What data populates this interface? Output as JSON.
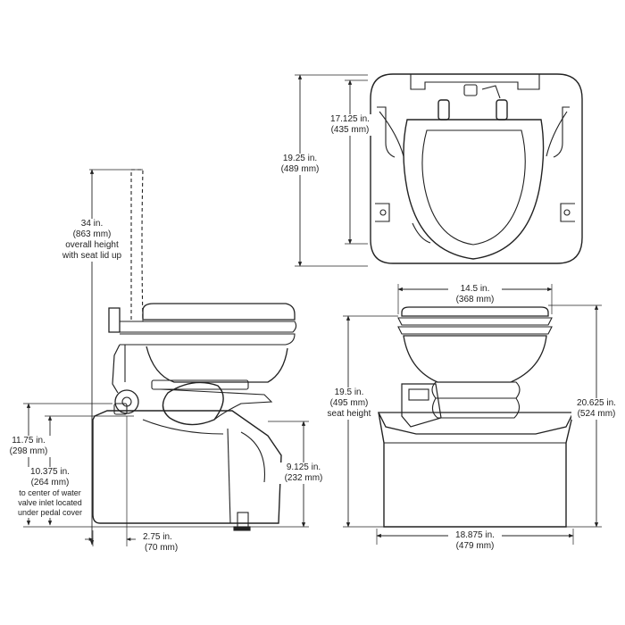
{
  "top_view": {
    "depth_in": "17.125 in.",
    "depth_mm": "(435 mm)",
    "length_in": "19.25 in.",
    "length_mm": "(489 mm)"
  },
  "side_view": {
    "overall_in": "34 in.",
    "overall_mm": "(863 mm)",
    "overall_note_1": "overall height",
    "overall_note_2": "with seat lid up",
    "base_height_in": "11.75 in.",
    "base_height_mm": "(298 mm)",
    "inlet_in": "10.375 in.",
    "inlet_mm": "(264 mm)",
    "inlet_note_1": "to center of water",
    "inlet_note_2": "valve inlet located",
    "inlet_note_3": "under pedal cover",
    "pedal_in": "9.125 in.",
    "pedal_mm": "(232 mm)",
    "offset_in": "2.75 in.",
    "offset_mm": "(70 mm)"
  },
  "front_view": {
    "seat_width_in": "14.5 in.",
    "seat_width_mm": "(368 mm)",
    "seat_height_in": "19.5 in.",
    "seat_height_mm": "(495 mm)",
    "seat_height_note": "seat height",
    "total_height_in": "20.625 in.",
    "total_height_mm": "(524 mm)",
    "base_width_in": "18.875 in.",
    "base_width_mm": "(479 mm)"
  }
}
